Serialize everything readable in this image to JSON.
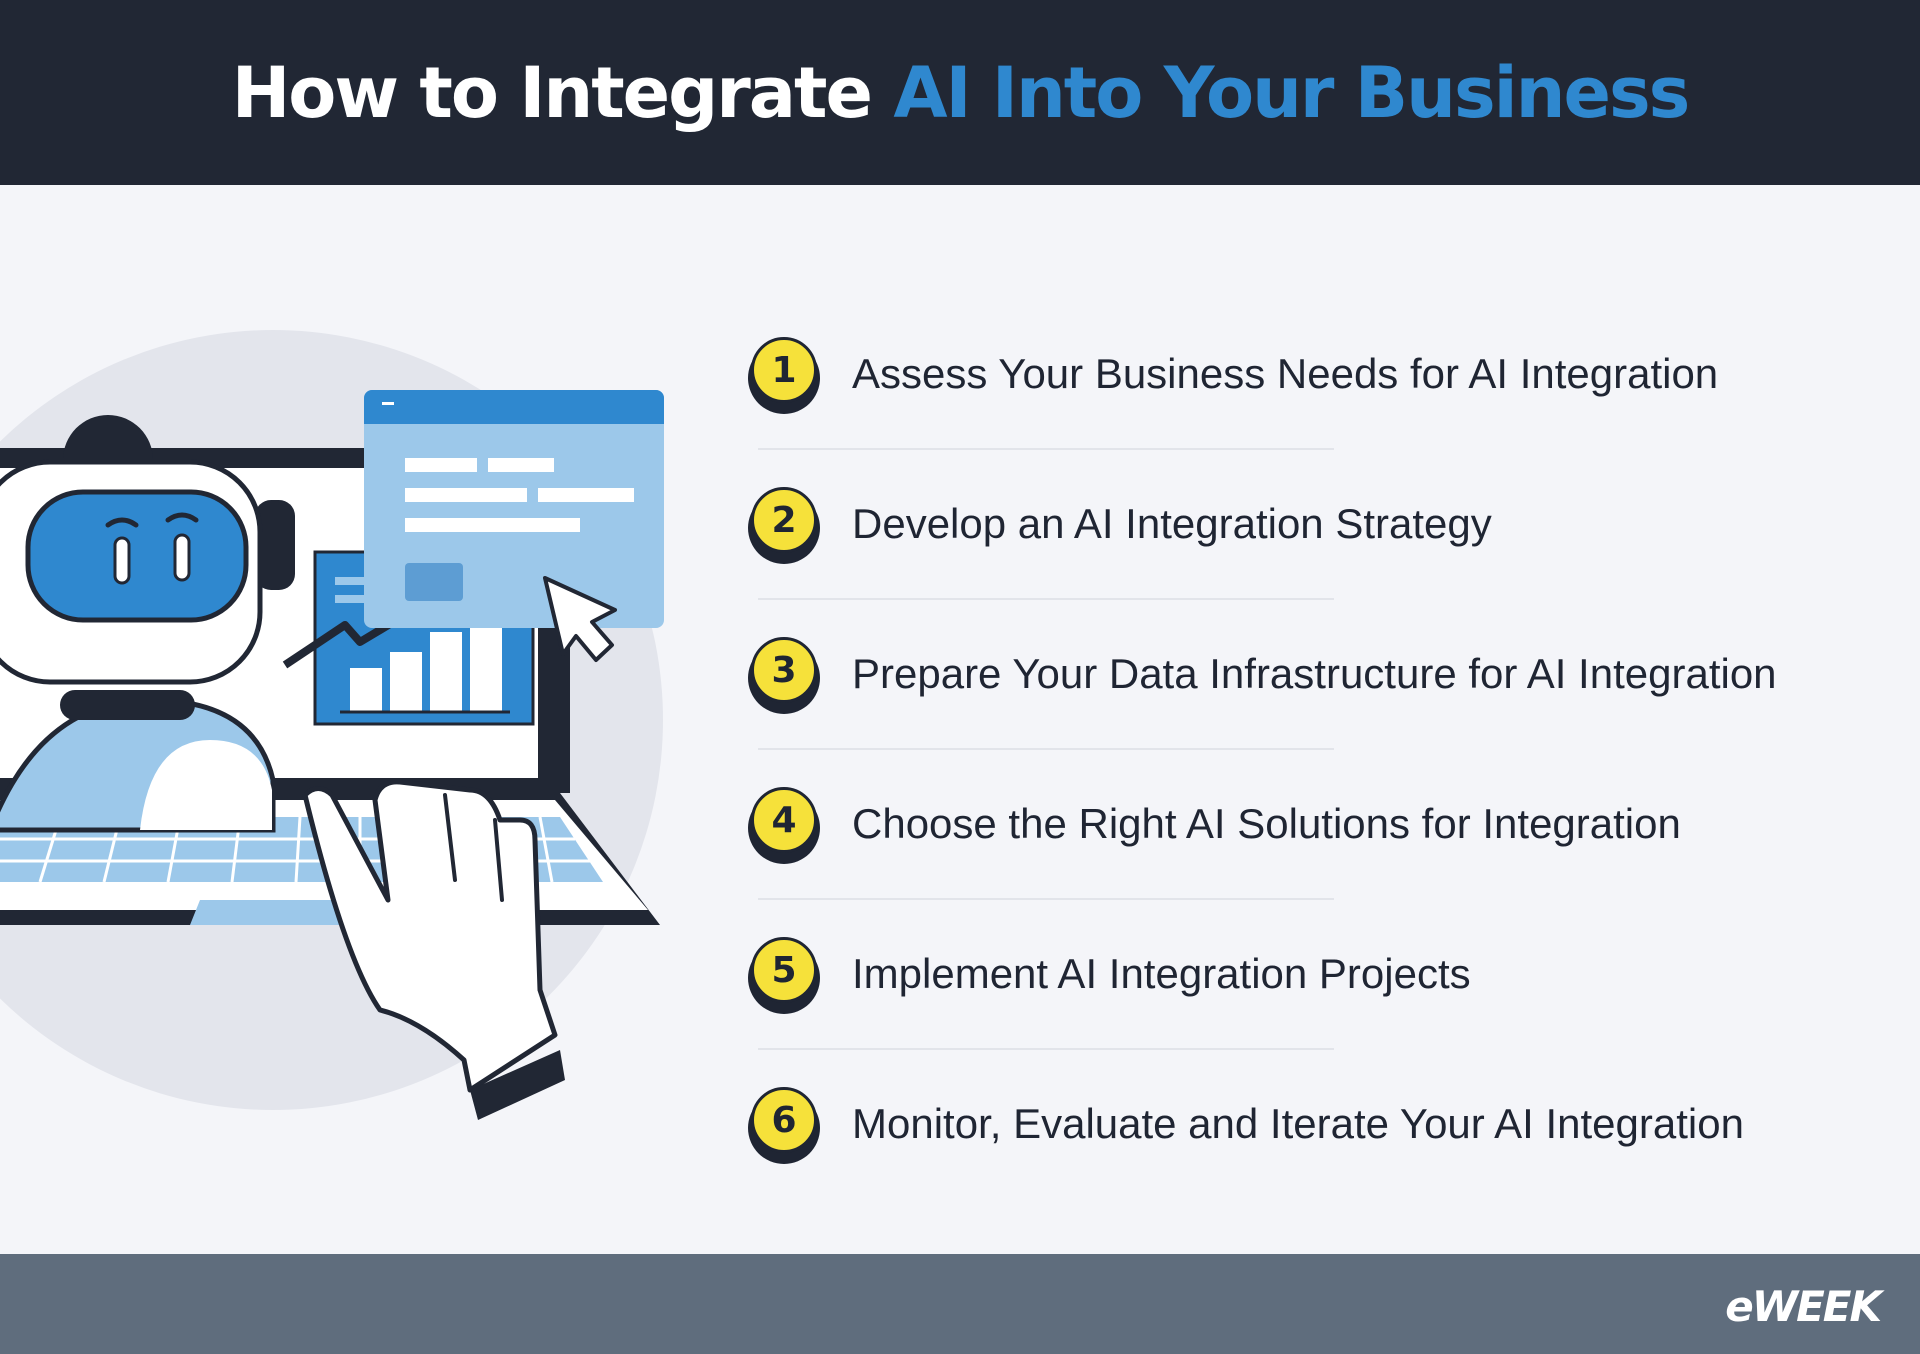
{
  "header": {
    "title_plain": "How to Integrate ",
    "title_accent": "AI Into Your Business"
  },
  "steps": [
    {
      "number": "1",
      "label": "Assess Your Business Needs for AI Integration"
    },
    {
      "number": "2",
      "label": "Develop an AI Integration Strategy"
    },
    {
      "number": "3",
      "label": "Prepare Your Data Infrastructure for AI Integration"
    },
    {
      "number": "4",
      "label": "Choose the Right AI Solutions for Integration"
    },
    {
      "number": "5",
      "label": "Implement AI Integration Projects"
    },
    {
      "number": "6",
      "label": "Monitor, Evaluate and Iterate Your AI Integration"
    }
  ],
  "footer": {
    "logo": "eWEEK"
  },
  "colors": {
    "header_bg": "#212734",
    "accent": "#2f88cf",
    "badge": "#f6e13a",
    "footer_bg": "#5f6d7d",
    "page_bg": "#f4f5f9"
  },
  "illustration": {
    "icons": [
      "robot-icon",
      "laptop-icon",
      "browser-window-icon",
      "bar-chart-icon",
      "cursor-icon",
      "hand-icon"
    ]
  }
}
